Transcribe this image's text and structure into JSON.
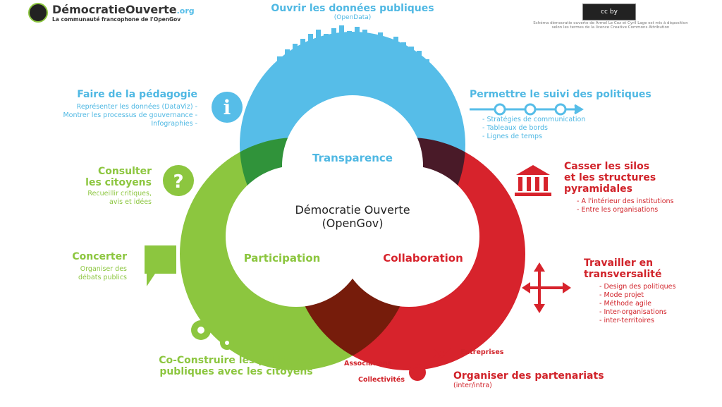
{
  "logo": {
    "name": "DémocratieOuverte",
    "tld": ".org",
    "tagline": "La communauté francophone de l'OpenGov"
  },
  "license": {
    "badge": "cc by",
    "text": "Schéma démocratie ouverte de Armel Le Coz et Cyril Lage est mis à disposition selon les termes de la licence Creative Commons Attribution"
  },
  "center": {
    "title": "Démocratie Ouverte",
    "subtitle": "(OpenGov)"
  },
  "pillars": {
    "transparence": "Transparence",
    "participation": "Participation",
    "collaboration": "Collaboration"
  },
  "colors": {
    "blue": "#56bde8",
    "green": "#8cc63f",
    "red": "#d7232c"
  },
  "items": {
    "opendata": {
      "title": "Ouvrir les données publiques",
      "sub": "(OpenData)"
    },
    "pedagogie": {
      "title": "Faire de la pédagogie",
      "lines": [
        "Représenter les données (DataViz) -",
        "Montrer les processus de gouvernance -",
        "Infographies -"
      ]
    },
    "suivi": {
      "title": "Permettre le suivi des politiques",
      "lines": [
        "- Stratégies de communication",
        "- Tableaux de bords",
        "- Lignes de temps"
      ]
    },
    "consulter": {
      "title1": "Consulter",
      "title2": "les citoyens",
      "lines": [
        "Recueillir critiques,",
        "avis et idées"
      ]
    },
    "concerter": {
      "title": "Concerter",
      "lines": [
        "Organiser des",
        "débats publics"
      ]
    },
    "coconstruire": {
      "lines": [
        "Co-Construire les politiques",
        "publiques avec les citoyens"
      ]
    },
    "silos": {
      "lines": [
        "Casser les silos",
        "et les structures",
        "pyramidales"
      ],
      "subs": [
        "- A l'intérieur des institutions",
        "- Entre les organisations"
      ]
    },
    "transversalite": {
      "lines": [
        "Travailler en",
        "transversalité"
      ],
      "subs": [
        "- Design des politiques",
        "- Mode projet",
        "- Méthode agile",
        "- Inter-organisations",
        "- inter-territoires"
      ]
    },
    "partenariats": {
      "title": "Organiser des partenariats",
      "sub": "(inter/intra)",
      "nodes": [
        "Entreprises",
        "Associations",
        "Collectivités"
      ]
    }
  }
}
